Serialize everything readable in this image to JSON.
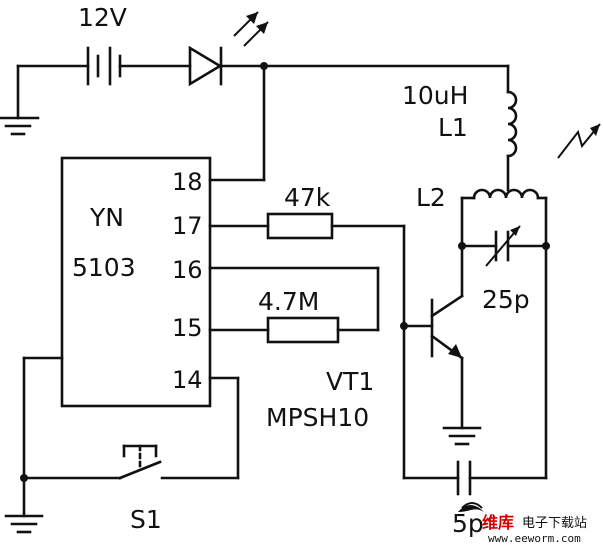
{
  "components": {
    "battery": {
      "label": "12V"
    },
    "ic": {
      "name_line1": "YN",
      "name_line2": "5103",
      "pins": [
        "18",
        "17",
        "16",
        "15",
        "14"
      ]
    },
    "resistor_r1": {
      "label": "47k"
    },
    "resistor_r2": {
      "label": "4.7M"
    },
    "inductor_l1": {
      "value": "10uH",
      "name": "L1"
    },
    "inductor_l2": {
      "name": "L2"
    },
    "capacitor": {
      "label": "25p"
    },
    "transistor": {
      "name": "VT1",
      "model": "MPSH10"
    },
    "switch": {
      "label": "S1"
    },
    "output_cap": {
      "label": "5p"
    }
  },
  "watermark": {
    "logo_text": "维库",
    "site_name": "电子下载站",
    "url": "www.eeworm.com"
  }
}
